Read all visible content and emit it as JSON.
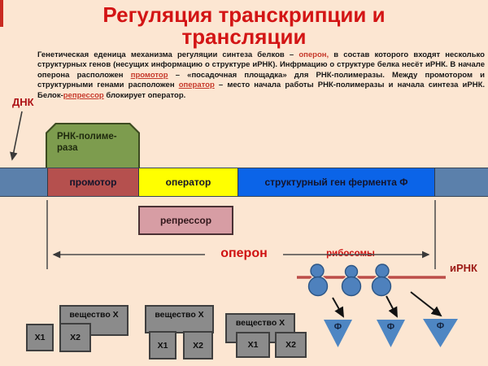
{
  "page": {
    "background": "#fce6d2",
    "accent_red": "#d31515",
    "highlight_red": "#c6392b"
  },
  "title": {
    "line1": "Регуляция транскрипции и",
    "line2": "трансляции"
  },
  "intro": {
    "runs": [
      {
        "text": "Генетическая еденица механизма регуляции синтеза белков – ",
        "style": "normal"
      },
      {
        "text": "оперон,",
        "style": "red"
      },
      {
        "text": " в состав которого входят несколько структурных генов (несущих информацию о структуре иРНК). Инфрмацию о структуре белка несёт иРНК. В начале оперона расположен ",
        "style": "normal"
      },
      {
        "text": "промотор",
        "style": "red-underline"
      },
      {
        "text": " – «посадочная площадка» для РНК-полимеразы. Между промотором и структурными генами расположен ",
        "style": "normal"
      },
      {
        "text": "оператор",
        "style": "red-underline"
      },
      {
        "text": " – место начала работы РНК-полимеразы и начала синтеза иРНК. Белок-",
        "style": "normal"
      },
      {
        "text": "репрессор",
        "style": "red-underline"
      },
      {
        "text": " блокирует оператор.",
        "style": "normal"
      }
    ]
  },
  "diagram": {
    "dna_label": "ДНК",
    "rna_polymerase": {
      "line1": "РНК-полиме-",
      "line2": "раза"
    },
    "gene_bar": {
      "segments": [
        {
          "label": "",
          "color": "#5b80ab"
        },
        {
          "label": "промотор",
          "color": "#b5504e"
        },
        {
          "label": "оператор",
          "color": "#ffff00"
        },
        {
          "label": "структурный ген фермента Ф",
          "color": "#0b64e8"
        },
        {
          "label": "",
          "color": "#5b80ab"
        }
      ]
    },
    "repressor_label": "репрессор",
    "operon_label": "оперон",
    "ribosomes_label": "рибосомы",
    "mrna_label": "иРНК",
    "enzyme_letter": "Ф",
    "substance_groups": [
      {
        "substance": "вещество X",
        "x1": "X1",
        "x2": "X2"
      },
      {
        "substance": "вещество X",
        "x1": "X1",
        "x2": "X2"
      },
      {
        "substance": "вещество X",
        "x1": "X1",
        "x2": "X2"
      }
    ]
  }
}
